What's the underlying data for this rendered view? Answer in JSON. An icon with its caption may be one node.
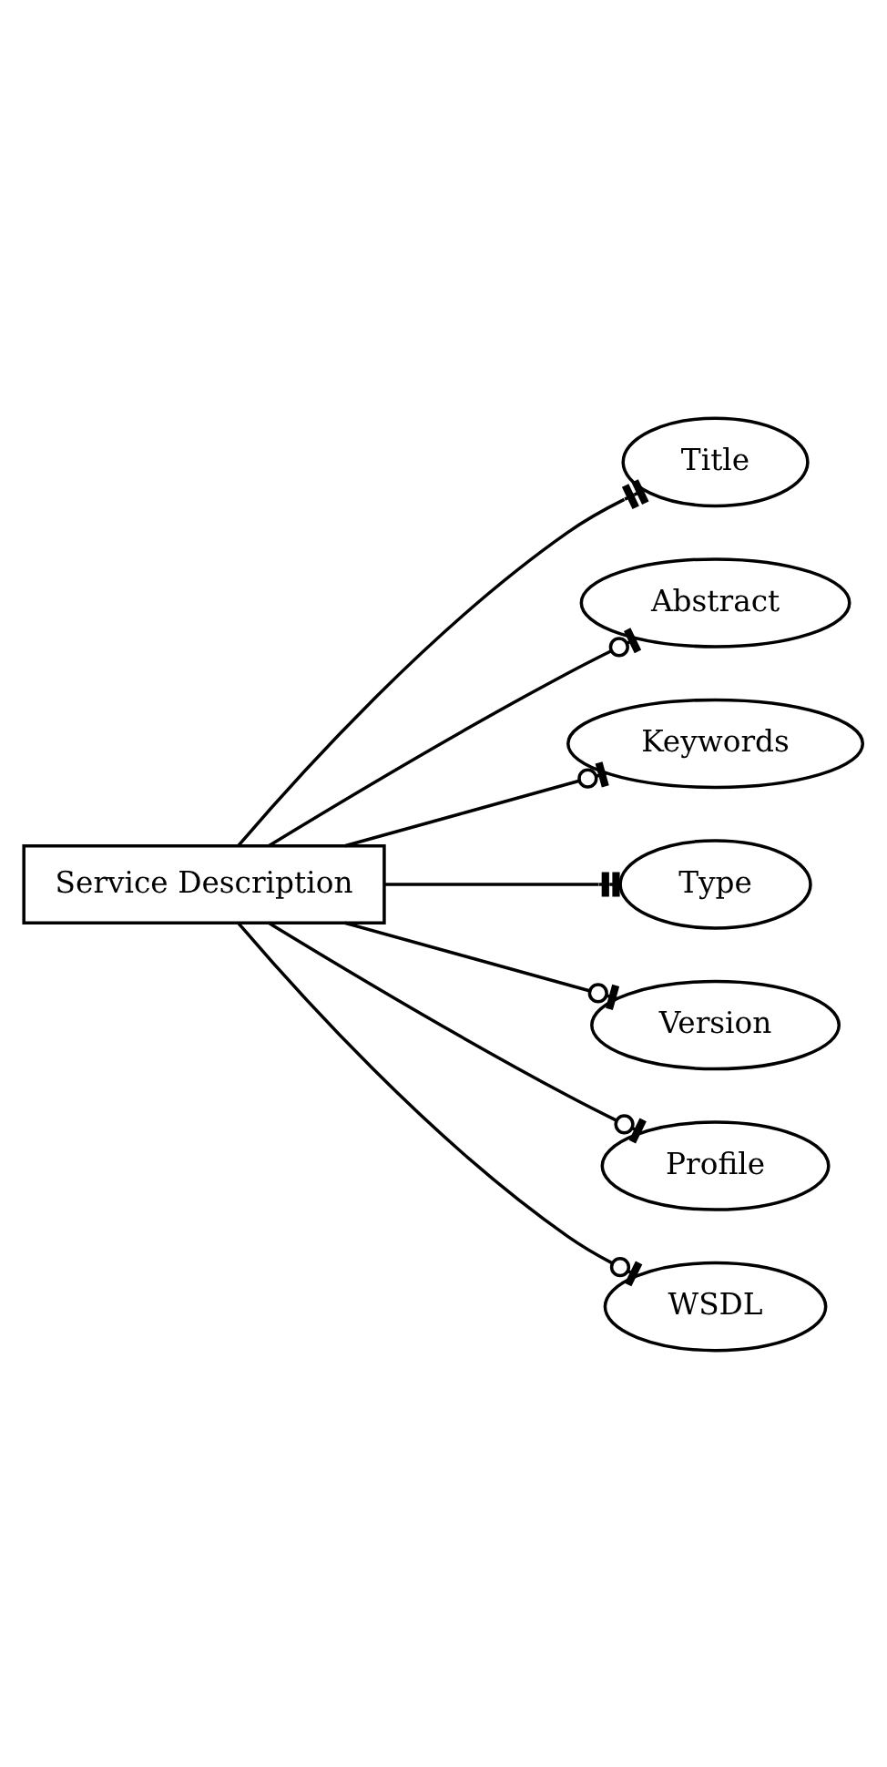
{
  "diagram": {
    "nodes": [
      {
        "text": [
          "Service Description"
        ]
      },
      {
        "text": [
          "Title"
        ]
      },
      {
        "text": [
          "Abstract"
        ]
      },
      {
        "text": [
          "Keywords"
        ]
      },
      {
        "text": [
          "Type"
        ]
      },
      {
        "text": [
          "Version"
        ]
      },
      {
        "text": [
          "Profile"
        ]
      },
      {
        "text": [
          "WSDL"
        ]
      }
    ],
    "edges": [
      {
        "from": 0,
        "to": 1,
        "arrow": "other"
      },
      {
        "from": 0,
        "to": 2,
        "arrow": "other"
      },
      {
        "from": 0,
        "to": 3,
        "arrow": "other"
      },
      {
        "from": 0,
        "to": 4,
        "arrow": "other"
      },
      {
        "from": 0,
        "to": 5,
        "arrow": "other"
      },
      {
        "from": 0,
        "to": 6,
        "arrow": "other"
      },
      {
        "from": 0,
        "to": 7,
        "arrow": "other"
      }
    ]
  }
}
